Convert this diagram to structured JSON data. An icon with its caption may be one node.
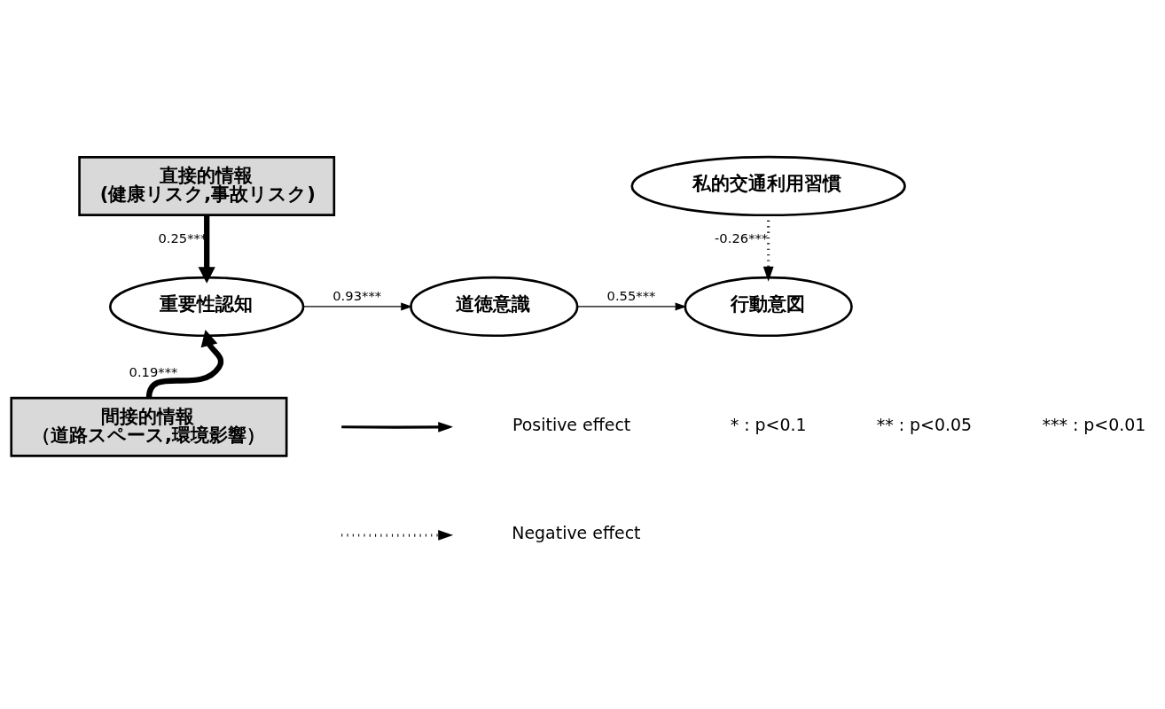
{
  "diagram": {
    "nodes": [
      {
        "text": [
          "直接的情報",
          "(健康リスク,事故リスク)"
        ]
      },
      {
        "text": [
          "私的交通利用習慣"
        ]
      },
      {
        "text": [
          "重要性認知"
        ]
      },
      {
        "text": [
          "道徳意識"
        ]
      },
      {
        "text": [
          "行動意図"
        ]
      },
      {
        "text": [
          "間接的情報",
          "（道路スペース,環境影響）"
        ]
      }
    ],
    "edges": [
      {
        "from": 0,
        "to": 2,
        "arrow": "to",
        "label": "0.25***",
        "style": "thick"
      },
      {
        "from": 1,
        "to": 4,
        "arrow": "to",
        "label": "-0.26***",
        "style": "dashed"
      },
      {
        "from": 2,
        "to": 3,
        "arrow": "to",
        "label": "0.93***"
      },
      {
        "from": 3,
        "to": 4,
        "arrow": "to",
        "label": "0.55***"
      },
      {
        "from": 5,
        "to": 2,
        "arrow": "to",
        "label": "0.19***",
        "style": "thick"
      }
    ],
    "labels": [
      "* : p<0.1",
      "** : p<0.05",
      "*** : p<0.01"
    ],
    "legend": [
      {
        "text": "Positive effect"
      },
      {
        "text": "Negative effect"
      }
    ]
  }
}
